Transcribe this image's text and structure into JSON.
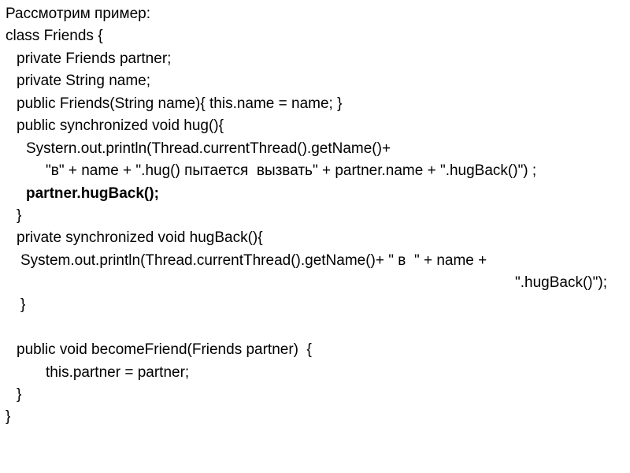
{
  "slide": {
    "intro": "Рассмотрим пример:",
    "lines": [
      "class Friends {",
      "private Friends partner;",
      "private String name;",
      "public Friends(String name){ this.name = name; }",
      "public synchronized void hug(){",
      "Systern.out.println(Thread.currentThread().getName()+",
      "\"в\" + name + \".hug() пытается  вызвать\" + partner.name + \".hugBack()\") ;",
      "partner.hugBack();",
      "}",
      "private synchronized void hugBack(){",
      "System.out.println(Thread.currentThread().getName()+ \" в  \" + name +",
      "\".hugBack()\");",
      "}",
      "public void becomeFriend(Friends partner)  {",
      "this.partner = partner;",
      "}",
      "}"
    ]
  }
}
